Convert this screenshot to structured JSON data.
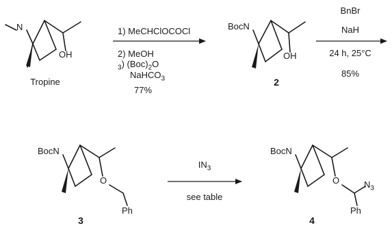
{
  "compounds": {
    "tropine": {
      "label": "Tropine",
      "oh": "OH"
    },
    "c2": {
      "number": "2",
      "boc": "BocN",
      "oh": "OH"
    },
    "c3": {
      "number": "3",
      "boc": "BocN",
      "o": "O",
      "ph": "Ph"
    },
    "c4": {
      "number": "4",
      "boc": "BocN",
      "o": "O",
      "n3": "N3",
      "ph": "Ph"
    }
  },
  "steps": {
    "step1": {
      "conditions": [
        "1) MeCHClOCOCl",
        "2) MeOH",
        "3) (Boc)2O",
        "NaHCO3"
      ],
      "yield": "77%"
    },
    "step2": {
      "reagents": [
        "BnBr",
        "NaH"
      ],
      "conditions": "24 h, 25°C",
      "yield": "85%"
    },
    "step3": {
      "reagent": "IN3",
      "conditions": "see table"
    }
  }
}
